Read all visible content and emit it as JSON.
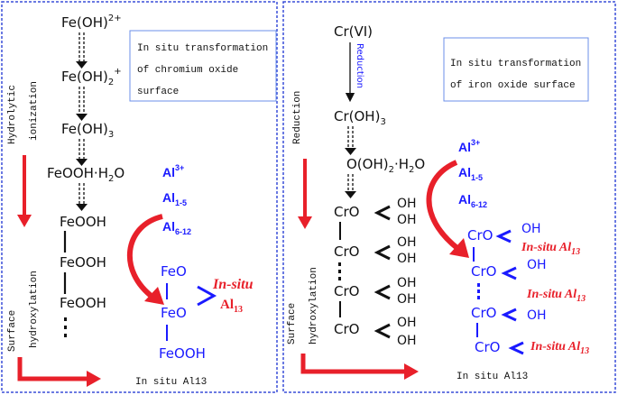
{
  "left": {
    "boxText": [
      "In situ transformation",
      "of chromium oxide",
      "surface"
    ],
    "chain": [
      "Fe(OH)",
      "Fe(OH)",
      "Fe(OH)",
      "FeOOH·H",
      "FeOOH",
      "FeOOH",
      "FeOOH",
      "⋮"
    ],
    "supers": {
      "fe1": "2+",
      "fe2": "+",
      "h2o": "2",
      "fe3": "3",
      "fe2sub": "2"
    },
    "al": {
      "al3": "Al",
      "al3sup": "3+",
      "al15": "Al",
      "al15sub": "1-5",
      "al612": "Al",
      "al612sub": "6-12"
    },
    "product": [
      "FeO",
      "FeO",
      "FeOOH"
    ],
    "insitu": {
      "line1": "In-situ",
      "line2": "Al",
      "sub": "13"
    },
    "sideTop": "Hydrolytic",
    "sideTop2": "ionization",
    "sideBottom": "Surface",
    "sideBottom2": "hydroxylation",
    "bottomLabel": "In situ Al13"
  },
  "right": {
    "boxText": [
      "In situ transformation",
      "of iron oxide surface"
    ],
    "cr6": "Cr(VI)",
    "reduction": "Reduction",
    "croh3": "Cr(OH)",
    "croh3sub": "3",
    "ohh2o": "O(OH)",
    "ohh2oTail": "·H",
    "ohh2oSub1": "2",
    "ohh2oSub2": "2",
    "ohh2oEnd": "O",
    "cro": "CrO",
    "oh": "OH",
    "al3": "Al",
    "al3sup": "3+",
    "al15": "Al",
    "al15sub": "1-5",
    "al612": "Al",
    "al612sub": "6-12",
    "insitu": "In-situ Al",
    "insituSub": "13",
    "sideTop": "Reduction",
    "sideBottom": "Surface",
    "sideBottom2": "hydroxylation",
    "bottomLabel": "In situ Al13"
  }
}
